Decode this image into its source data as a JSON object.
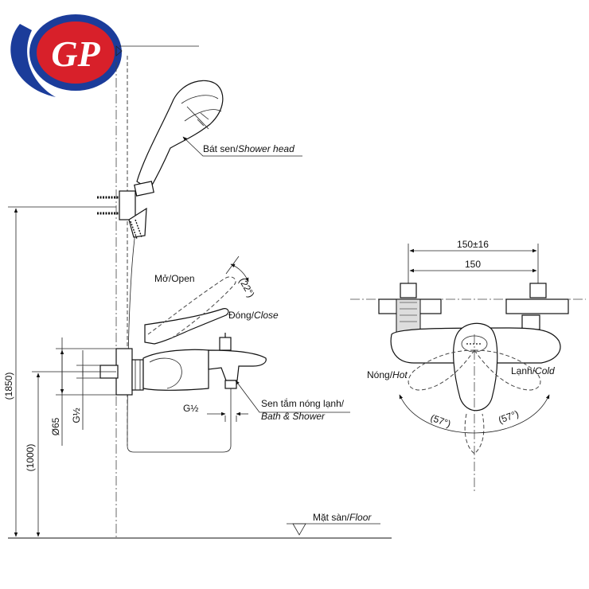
{
  "logo": {
    "text": "GP",
    "colors": {
      "ring": "#1b3c9a",
      "fill": "#d8202a",
      "letter": "#ffffff"
    }
  },
  "labels": {
    "shower_head_vi": "Bát sen/",
    "shower_head_en": "Shower head",
    "open": "Mở/Open",
    "close_vi": "Đóng/",
    "close_en": "Close",
    "bath_vi": "Sen tắm nóng lạnh/",
    "bath_en": "Bath & Shower",
    "hot_vi": "Nóng/",
    "hot_en": "Hot",
    "cold_vi": "Lạnh/",
    "cold_en": "Cold",
    "floor_vi": "Mặt sàn/",
    "floor_en": "Floor"
  },
  "dimensions": {
    "h_total": "(1850)",
    "h_mixer": "(1000)",
    "d65": "Ø65",
    "g_half_v": "G½",
    "g_half_spout": "G½",
    "angle_lever": "(22°)",
    "angle_left": "(57°)",
    "angle_right": "(57°)",
    "width_tol": "150±16",
    "width": "150"
  }
}
